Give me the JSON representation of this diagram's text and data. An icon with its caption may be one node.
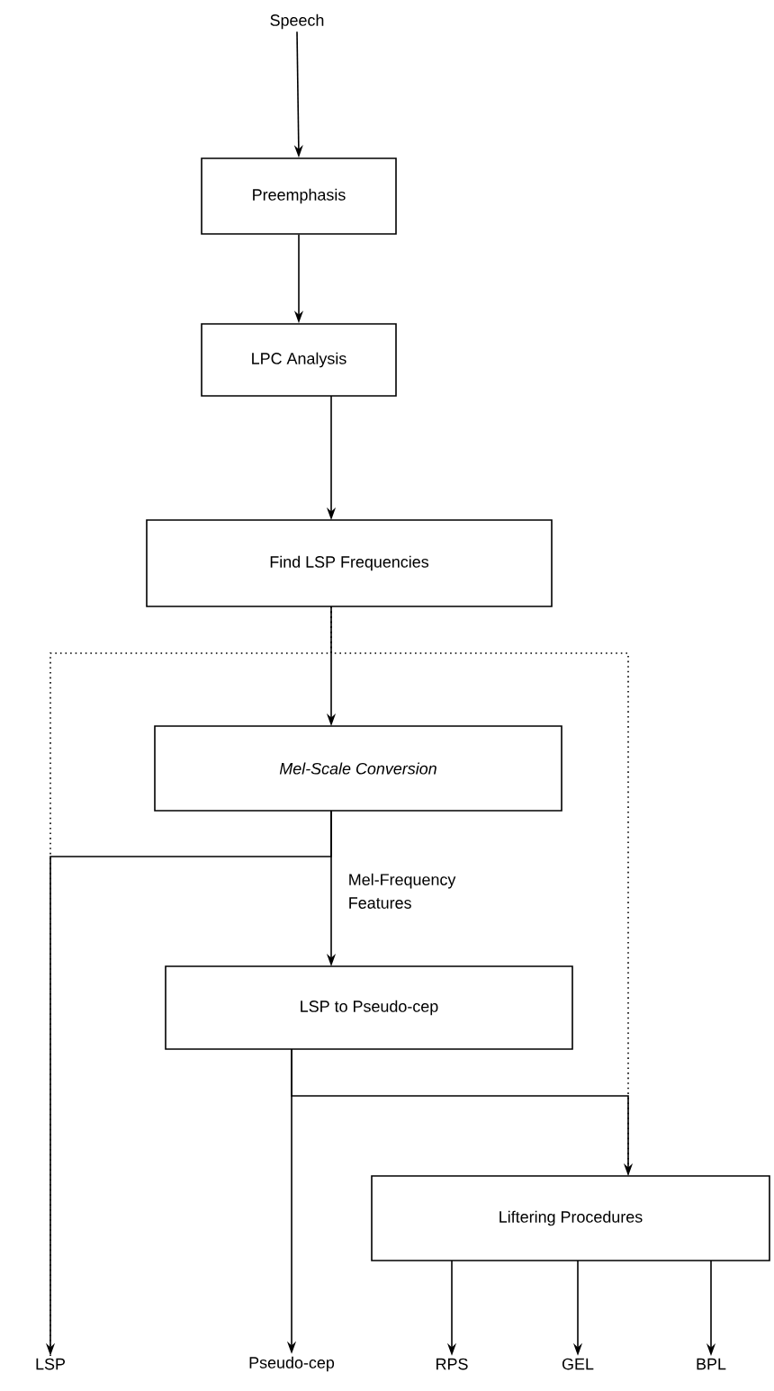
{
  "diagram": {
    "nodes": [
      {
        "text": [
          "Speech"
        ]
      },
      {
        "text": [
          "Preemphasis"
        ]
      },
      {
        "text": [
          "LPC Analysis"
        ]
      },
      {
        "text": [
          "Find LSP Frequencies"
        ]
      },
      {
        "text": [
          "Mel-Scale Conversion"
        ]
      },
      {
        "text": [
          "LSP to Pseudo-cep"
        ]
      },
      {
        "text": [
          "Liftering Procedures"
        ]
      },
      {
        "text": [
          "LSP"
        ]
      },
      {
        "text": [
          "Pseudo-cep"
        ]
      },
      {
        "text": [
          "RPS"
        ]
      },
      {
        "text": [
          "GEL"
        ]
      },
      {
        "text": [
          "BPL"
        ]
      }
    ],
    "edges": [
      {
        "from": 0,
        "to": 1,
        "arrow": "to"
      },
      {
        "from": 1,
        "to": 2,
        "arrow": "to"
      },
      {
        "from": 2,
        "to": 3,
        "arrow": "to"
      },
      {
        "from": 3,
        "to": 4,
        "arrow": "to"
      },
      {
        "from": 3,
        "to": 7,
        "arrow": "none",
        "style": "dashed"
      },
      {
        "from": 3,
        "to": 6,
        "arrow": "none",
        "style": "dashed"
      },
      {
        "from": 4,
        "to": 7,
        "arrow": "to"
      },
      {
        "from": 4,
        "to": 5,
        "arrow": "to",
        "label": "Mel-Frequency Features"
      },
      {
        "from": 5,
        "to": 8,
        "arrow": "to"
      },
      {
        "from": 5,
        "to": 6,
        "arrow": "to"
      },
      {
        "from": 6,
        "to": 9,
        "arrow": "to"
      },
      {
        "from": 6,
        "to": 10,
        "arrow": "to"
      },
      {
        "from": 6,
        "to": 11,
        "arrow": "to"
      }
    ]
  }
}
